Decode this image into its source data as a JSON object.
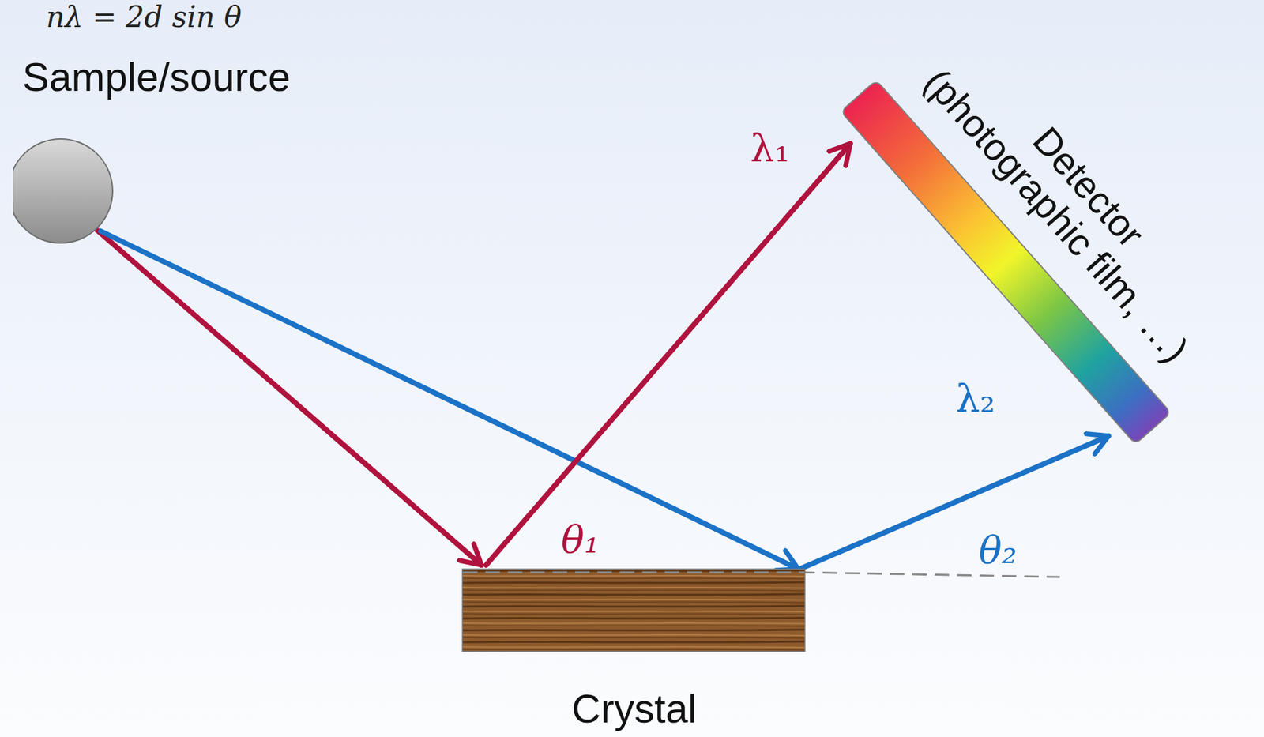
{
  "diagram": {
    "nodes": [
      {
        "text": [
          "Sample/source"
        ]
      },
      {
        "text": [
          "Crystal"
        ]
      },
      {
        "text": [
          "Detector (photographic film, …)"
        ]
      }
    ],
    "edges": [
      {
        "from": 0,
        "to": 1,
        "arrow": "to"
      },
      {
        "from": 0,
        "to": 1,
        "arrow": "to"
      },
      {
        "from": 1,
        "to": 2,
        "label": "λ₁",
        "arrow": "to"
      },
      {
        "from": 1,
        "to": 2,
        "label": "λ₂",
        "arrow": "to"
      }
    ],
    "labels": [
      "nλ = 2d sin θ",
      "θ₁",
      "θ₂"
    ]
  }
}
